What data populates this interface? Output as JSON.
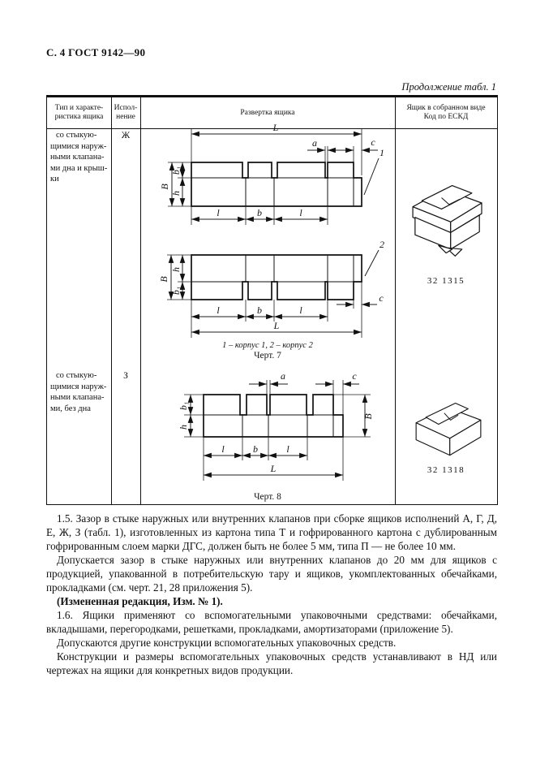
{
  "page": {
    "header": "С. 4 ГОСТ 9142—90",
    "continuation": "Продолжение табл. 1"
  },
  "table": {
    "headers": {
      "type": "Тип и характе-\nристика ящика",
      "execution": "Испол-\nнение",
      "development": "Развертка ящика",
      "assembled": "Ящик в собранном виде\nКод по ЕСКД"
    },
    "rows": [
      {
        "type": "со стыкую-\nщимися наруж-\nными клапана-\nми дна и крыш-\nки",
        "execution": "Ж",
        "legend": "1 – корпус 1, 2 – корпус 2",
        "figure": "Черт. 7",
        "code": "32 1315"
      },
      {
        "type": "со стыкую-\nщимися наруж-\nными клапана-\nми, без дна",
        "execution": "З",
        "figure": "Черт. 8",
        "code": "32 1318"
      }
    ]
  },
  "dims": {
    "L": "L",
    "a": "a",
    "c": "c",
    "B": "B",
    "b1": "b₁",
    "h": "h",
    "l": "l",
    "b": "b",
    "callout1": "1",
    "callout2": "2"
  },
  "paragraphs": {
    "p15": "1.5. Зазор в стыке наружных или внутренних клапанов при сборке ящиков исполнений А, Г, Д, Е, Ж, З (табл. 1), изготовленных из картона типа Т и гофрированного картона с дублированным гофрированным слоем марки ДГС, должен быть не более 5 мм, типа П — не более 10 мм.",
    "p15a": "Допускается зазор в стыке наружных или внутренних клапанов до 20 мм для ящиков с продукцией, упакованной в потребительскую тару и ящиков, укомплектованных обечайками, прокладками (см. черт. 21, 28 приложения 5).",
    "p15b": "(Измененная редакция, Изм. № 1).",
    "p16": "1.6. Ящики применяют со вспомогательными упаковочными средствами: обечайками, вкладышами, перегородками, решетками, прокладками, амортизаторами (приложение 5).",
    "p16a": "Допускаются другие конструкции вспомогательных упаковочных средств.",
    "p16b": "Конструкции и размеры вспомогательных упаковочных средств устанавливают в НД или чертежах на ящики для конкретных видов продукции."
  }
}
